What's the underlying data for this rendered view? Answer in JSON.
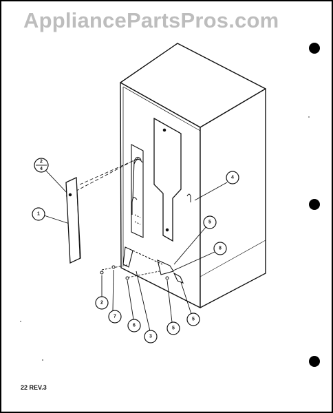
{
  "watermark": {
    "text": "AppliancePartsPros.com"
  },
  "page_reference": "22 REV.3",
  "callouts": [
    {
      "id": "c-2-4",
      "top": "2",
      "bottom": "4"
    },
    {
      "id": "c-1",
      "label": "1"
    },
    {
      "id": "c-4",
      "label": "4"
    },
    {
      "id": "c-5a",
      "label": "5"
    },
    {
      "id": "c-8",
      "label": "8"
    },
    {
      "id": "c-2",
      "label": "2"
    },
    {
      "id": "c-7",
      "label": "7"
    },
    {
      "id": "c-6",
      "label": "6"
    },
    {
      "id": "c-3",
      "label": "3"
    },
    {
      "id": "c-5b",
      "label": "5"
    },
    {
      "id": "c-5c",
      "label": "5"
    }
  ],
  "colors": {
    "line": "#111111",
    "watermark": "#bdbdbd"
  }
}
